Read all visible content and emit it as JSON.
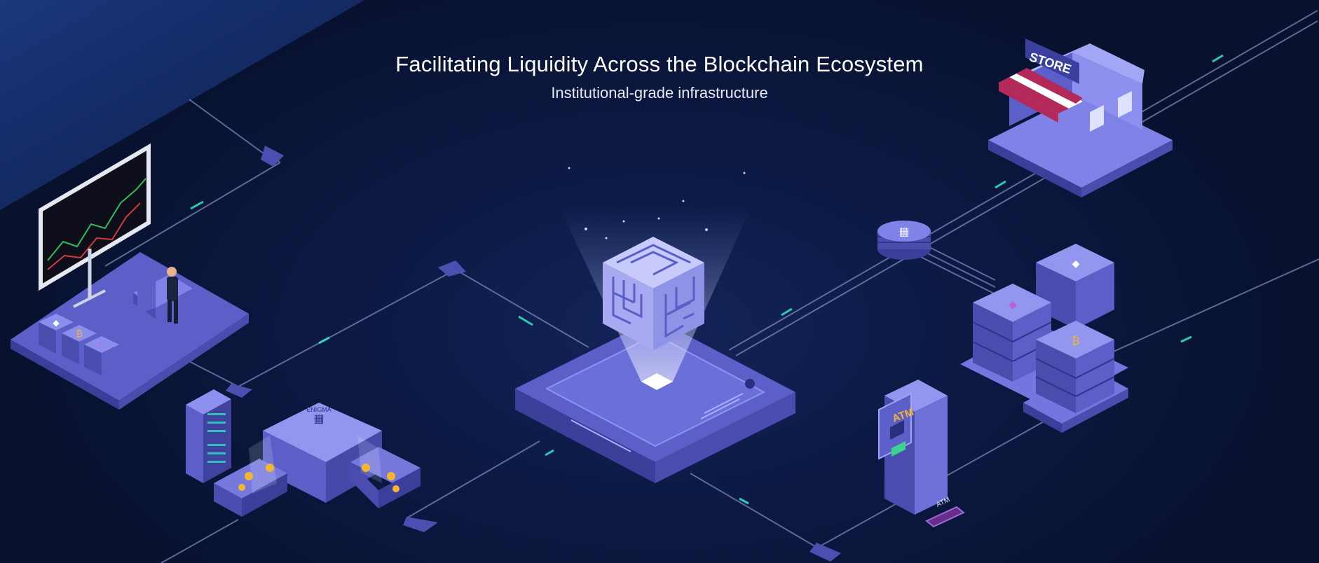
{
  "hero": {
    "title": "Facilitating Liquidity Across the Blockchain Ecosystem",
    "subtitle": "Institutional-grade infrastructure"
  },
  "illustration": {
    "store_sign": "STORE",
    "atm_screen_label": "ATM",
    "atm_side_label": "ATM",
    "machine_label": "ENIGMA",
    "icons": [
      "maze-cube-icon",
      "store-icon",
      "atm-icon",
      "coin-stack-icon",
      "server-rack-icon",
      "trading-screen-icon",
      "conveyor-machine-icon",
      "bitcoin-icon",
      "ethereum-icon",
      "litecoin-icon"
    ]
  },
  "colors": {
    "background": "#0a1638",
    "platform_light": "#7f82e6",
    "platform_mid": "#5b5fc7",
    "platform_dark": "#3c3f9a",
    "accent_teal": "#2fe0c0",
    "coin_gold": "#f2b632",
    "awning_red": "#b2295a"
  }
}
